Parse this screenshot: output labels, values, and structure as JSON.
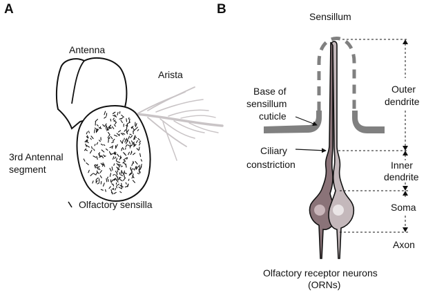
{
  "panels": {
    "a": {
      "letter": "A",
      "labels": {
        "antenna": "Antenna",
        "arista": "Arista",
        "segment_line1": "3rd Antennal",
        "segment_line2": "segment",
        "olfactory_sensilla": "Olfactory sensilla"
      }
    },
    "b": {
      "letter": "B",
      "labels": {
        "sensillum": "Sensillum",
        "base_line1": "Base of",
        "base_line2": "sensillum",
        "base_line3": "cuticle",
        "ciliary_line1": "Ciliary",
        "ciliary_line2": "constriction",
        "outer_line1": "Outer",
        "outer_line2": "dendrite",
        "inner_line1": "Inner",
        "inner_line2": "dendrite",
        "soma": "Soma",
        "axon": "Axon",
        "orns_line1": "Olfactory receptor neurons",
        "orns_line2": "(ORNs)"
      }
    }
  },
  "colors": {
    "cuticle": "#808080",
    "arista": "#c9c4c6",
    "neuron_left": "#8a7378",
    "neuron_right": "#c4b8bb",
    "nucleus_left": "#c9b6ba",
    "nucleus_right": "#eae5e6"
  }
}
